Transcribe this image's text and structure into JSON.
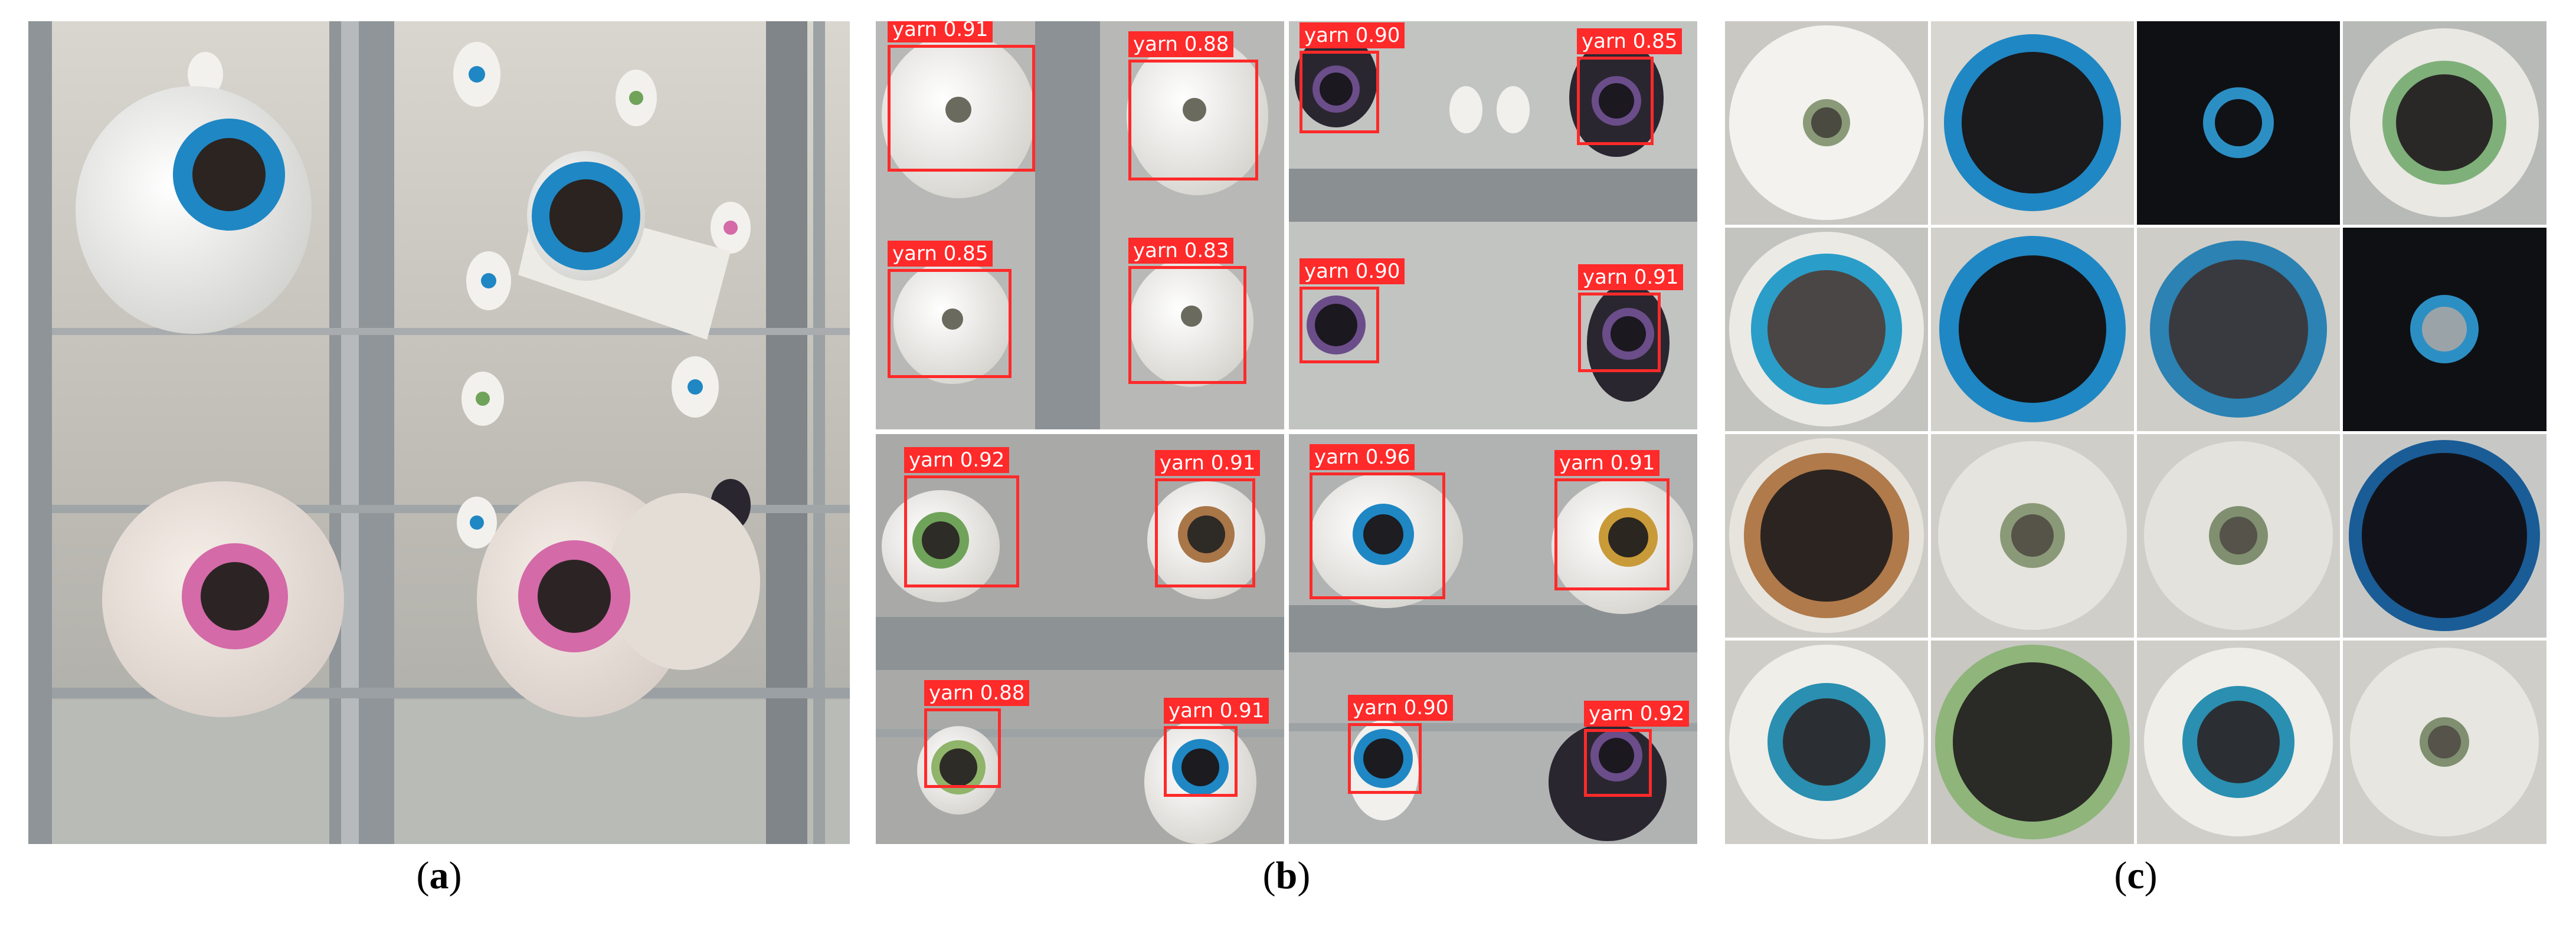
{
  "captions": {
    "a": "a",
    "b": "b",
    "c": "c"
  },
  "detections": {
    "class_label": "yarn",
    "items": [
      {
        "name": "yarn",
        "score": "0.91"
      },
      {
        "name": "yarn",
        "score": "0.88"
      },
      {
        "name": "yarn",
        "score": "0.90"
      },
      {
        "name": "yarn",
        "score": "0.85"
      },
      {
        "name": "yarn",
        "score": "0.85"
      },
      {
        "name": "yarn",
        "score": "0.83"
      },
      {
        "name": "yarn",
        "score": "0.90"
      },
      {
        "name": "yarn",
        "score": "0.91"
      },
      {
        "name": "yarn",
        "score": "0.92"
      },
      {
        "name": "yarn",
        "score": "0.91"
      },
      {
        "name": "yarn",
        "score": "0.96"
      },
      {
        "name": "yarn",
        "score": "0.91"
      },
      {
        "name": "yarn",
        "score": "0.88"
      },
      {
        "name": "yarn",
        "score": "0.91"
      },
      {
        "name": "yarn",
        "score": "0.90"
      },
      {
        "name": "yarn",
        "score": "0.92"
      }
    ]
  },
  "colors": {
    "box": "#ff2a2a",
    "rack": "#9aa0a4",
    "floor": "#c8cac6",
    "bobbin_blue": "#1f87c4",
    "bobbin_pink": "#d46aa8",
    "bobbin_green": "#6fa35a",
    "bobbin_brown": "#a97648",
    "yarn_white": "#f1f0ec",
    "yarn_dark": "#2a2630"
  }
}
